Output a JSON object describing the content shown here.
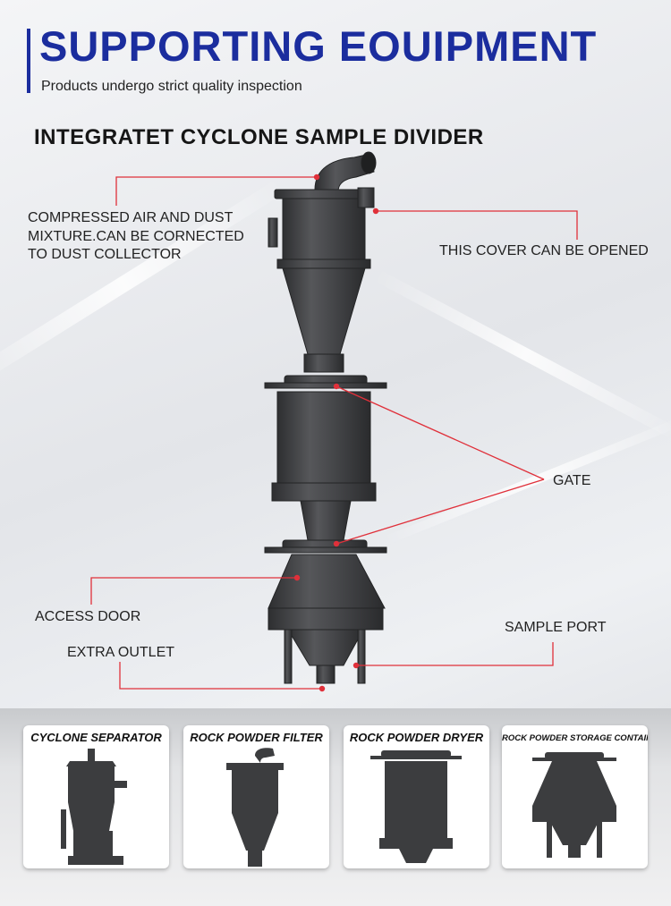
{
  "header": {
    "title": "SUPPORTING EOUIPMENT",
    "subtitle": "Products undergo strict quality inspection"
  },
  "product": {
    "title": "INTEGRATET CYCLONE SAMPLE DIVIDER"
  },
  "callouts": {
    "air_line1": "COMPRESSED AIR AND DUST",
    "air_line2": "MIXTURE.CAN BE CORNECTED",
    "air_line3": "TO DUST COLLECTOR",
    "cover": "THIS COVER CAN BE OPENED",
    "gate": "GATE",
    "access_door": "ACCESS DOOR",
    "sample_port": "SAMPLE PORT",
    "extra_outlet": "EXTRA OUTLET"
  },
  "cards": [
    {
      "label": "CYCLONE SEPARATOR"
    },
    {
      "label": "ROCK POWDER FILTER"
    },
    {
      "label": "ROCK POWDER DRYER"
    },
    {
      "label": "ROCK POWDER STORAGE CONTAINER"
    }
  ],
  "colors": {
    "title_blue": "#1b2d9e",
    "callout_red": "#e0303a",
    "machine_dark": "#3f4042"
  }
}
